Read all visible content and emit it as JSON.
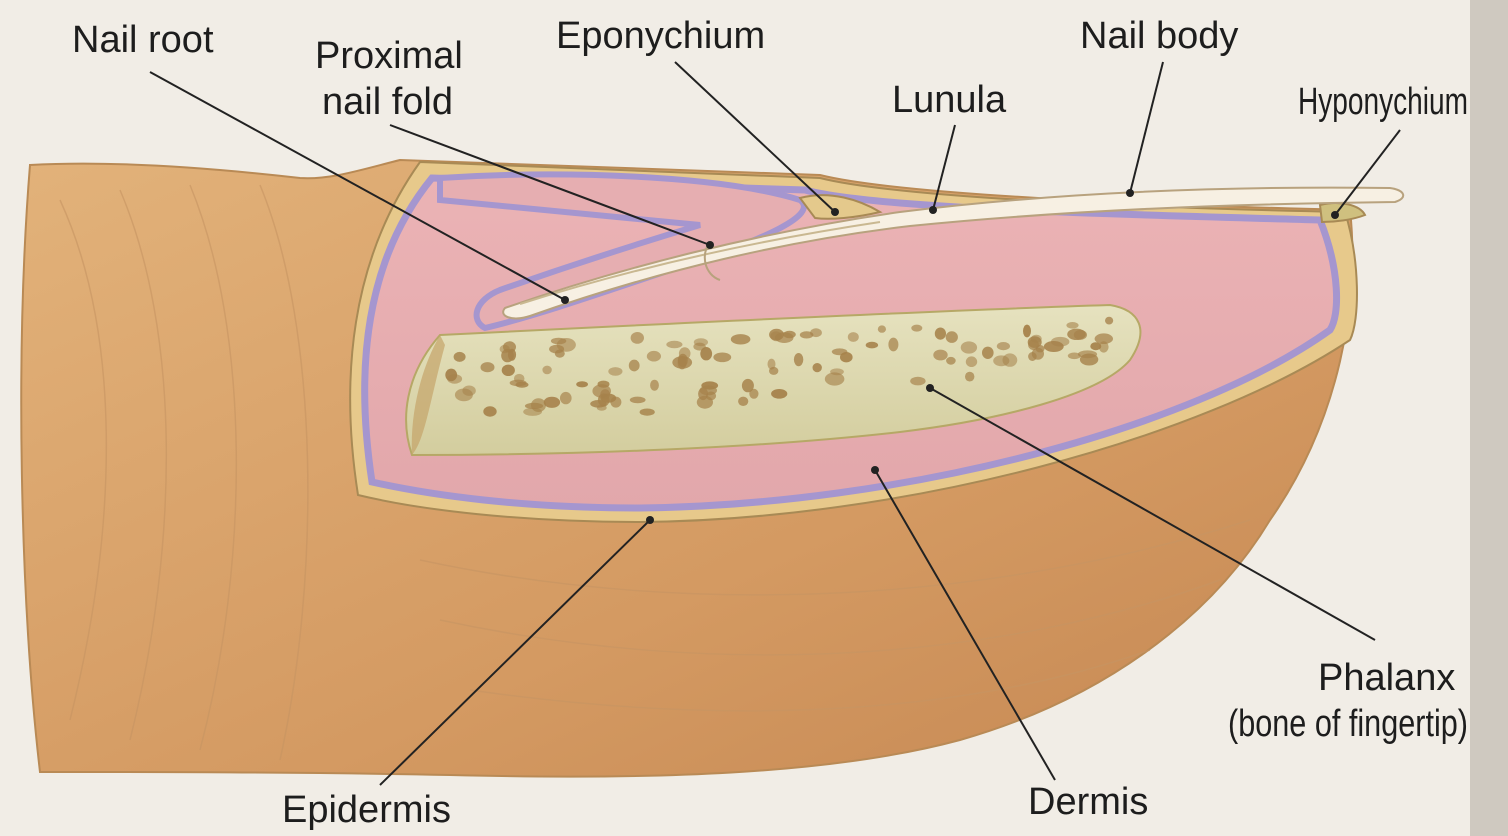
{
  "labels": {
    "nail_root": "Nail root",
    "proximal_nail_fold_1": "Proximal",
    "proximal_nail_fold_2": "nail fold",
    "eponychium": "Eponychium",
    "lunula": "Lunula",
    "nail_body": "Nail body",
    "hyponychium": "Hyponychium",
    "phalanx_1": "Phalanx",
    "phalanx_2": "(bone of fingertip)",
    "dermis": "Dermis",
    "epidermis": "Epidermis"
  },
  "colors": {
    "background": "#f1ede6",
    "skin": "#d9a46c",
    "skin_dark": "#c48650",
    "dermis": "#e9b2b4",
    "basal_layer": "#a99bd0",
    "bone": "#ddd9b2",
    "bone_pits": "#a8854e",
    "nail": "#f6efe2",
    "leader": "#222222"
  }
}
